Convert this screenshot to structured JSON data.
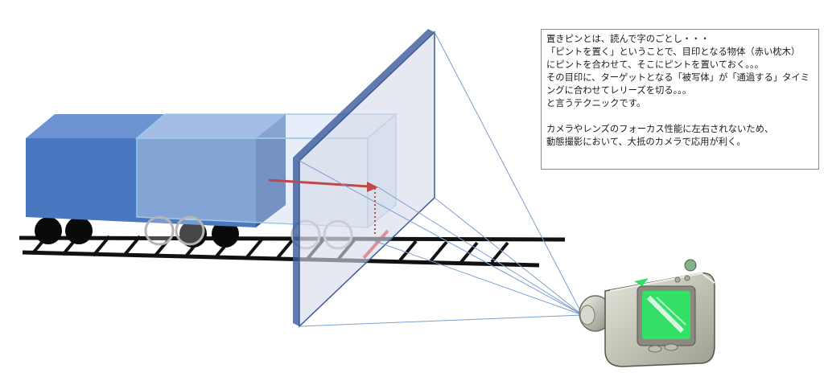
{
  "explanation": {
    "lines": [
      "置きピンとは、読んで字のごとし・・・",
      "「ピントを置く」ということで、目印となる物体（赤い枕木）",
      "にピントを合わせて、そこにピントを置いておく。。。",
      "その目印に、ターゲットとなる「被写体」が「通過する」タイミ",
      "ングに合わせてレリーズを切る。。。",
      "と言うテクニックです。",
      "",
      "カメラやレンズのフォーカス性能に左右されないため、",
      "動態撮影において、大抵のカメラで応用が利く。"
    ]
  },
  "colors": {
    "train_body": "#4a78c0",
    "train_ghost": "#c9daf0",
    "focus_plane": "#d6dbe8",
    "focus_plane_edge": "#3a5a9a",
    "marker_red": "#e41b1b",
    "arrow": "#c04848",
    "camera_body": "#c8c8bc",
    "camera_screen": "#33e066"
  }
}
